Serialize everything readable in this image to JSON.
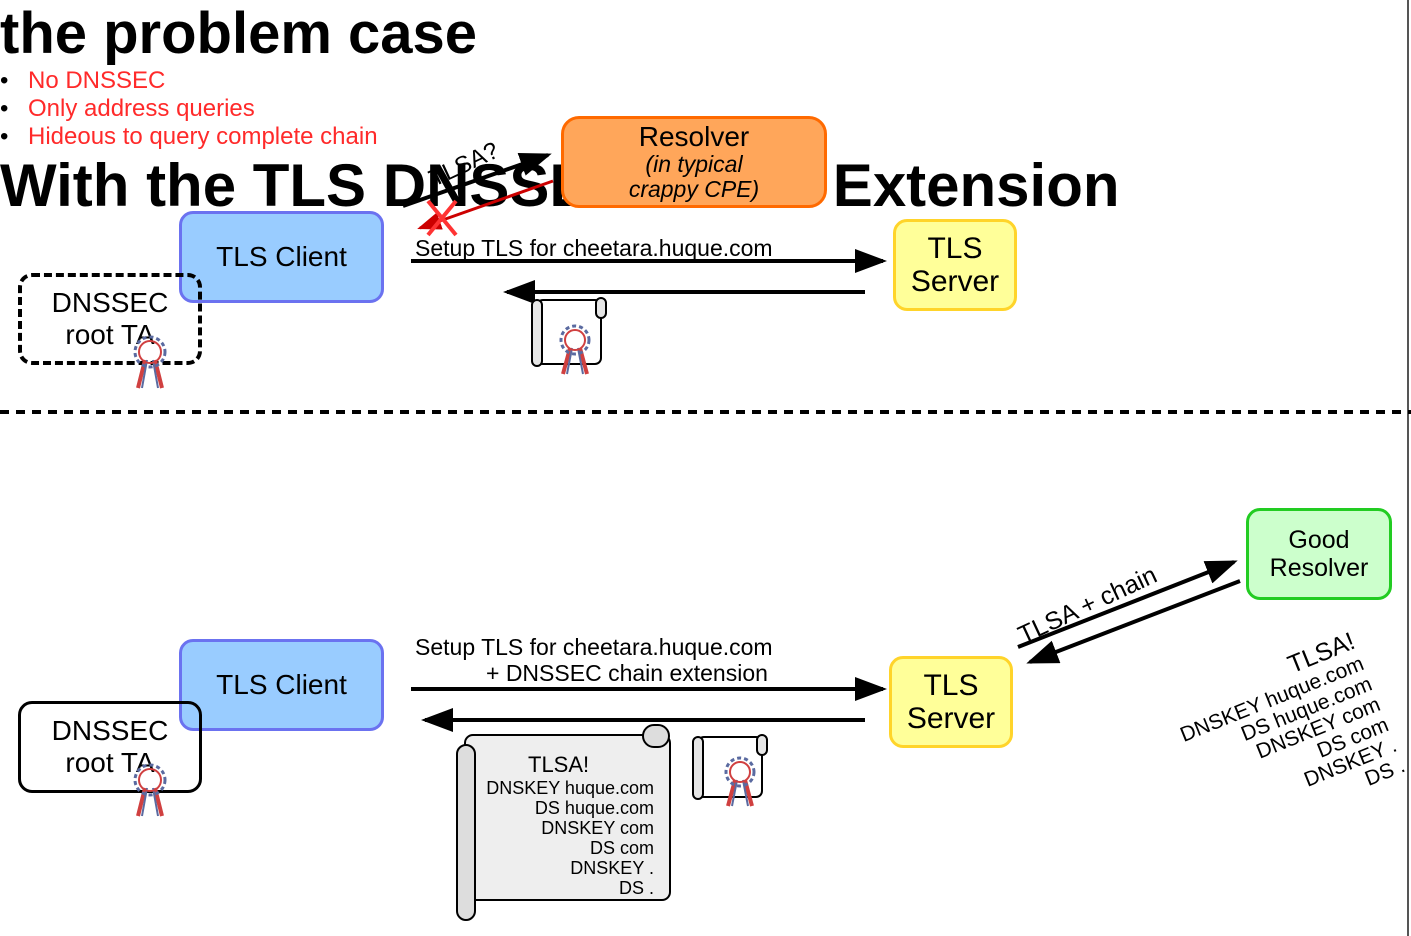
{
  "top": {
    "title": "the problem case",
    "problems": [
      "No DNSSEC",
      "Only address queries",
      "Hideous to query complete chain"
    ],
    "client": "TLS Client",
    "trust_anchor": {
      "line1": "DNSSEC",
      "line2": "root TA"
    },
    "resolver": {
      "title": "Resolver",
      "sub1": "(in typical",
      "sub2": "crappy CPE)"
    },
    "server": {
      "line1": "TLS",
      "line2": "Server"
    },
    "tlsa_query": "TLSA?",
    "setup_label": "Setup TLS for cheetara.huque.com"
  },
  "bottom": {
    "title": "With the TLS DNSSEC Chain Extension",
    "client": "TLS Client",
    "trust_anchor": {
      "line1": "DNSSEC",
      "line2": "root TA"
    },
    "server": {
      "line1": "TLS",
      "line2": "Server"
    },
    "resolver": {
      "line1": "Good",
      "line2": "Resolver"
    },
    "setup_label_1": "Setup TLS for cheetara.huque.com",
    "setup_label_2": "+ DNSSEC chain extension",
    "query_label": "TLSA + chain",
    "chain_records": [
      "TLSA!",
      "DNSKEY huque.com",
      "DS huque.com",
      "DNSKEY com",
      "DS com",
      "DNSKEY .",
      "DS ."
    ],
    "scroll_records": [
      "TLSA!",
      "DNSKEY huque.com",
      "DS huque.com",
      "DNSKEY com",
      "DS com",
      "DNSKEY .",
      "DS ."
    ]
  },
  "colors": {
    "warning_text": "#ff2a2a",
    "blocked_arrow": "#cc0000",
    "client_fill": "#99ccff",
    "resolver_fill": "#ffa65a",
    "server_fill": "#ffff99",
    "good_resolver_fill": "#ccffcc"
  }
}
